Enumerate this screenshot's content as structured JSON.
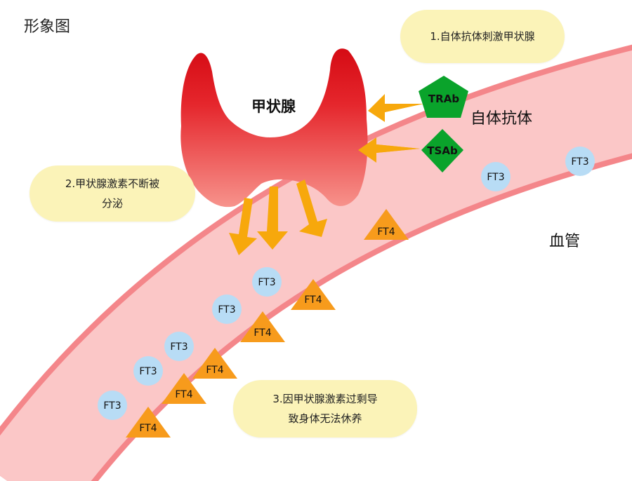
{
  "title": "形象图",
  "thyroid_label": "甲状腺",
  "antibodies_label": "自体抗体",
  "vessel_label": "血管",
  "notes": {
    "note1": [
      "1.自体抗体刺激甲状腺"
    ],
    "note2": [
      "2.甲状腺激素不断被",
      "分泌"
    ],
    "note3": [
      "3.因甲状腺激素过剩导",
      "致身体无法休养"
    ]
  },
  "antibodies": [
    "TRAb",
    "TSAb"
  ],
  "hormones": {
    "ft3": "FT3",
    "ft4": "FT4"
  },
  "colors": {
    "note_bg": "#fbf3b8",
    "vessel": "#fbc6c6",
    "vessel_wall": "#f27f84",
    "thyroid_top": "#e2131b",
    "thyroid_bottom": "#f5857f",
    "arrow": "#f7a80c",
    "antibody": "#0aa32b",
    "ft3_fill": "#b6dcf6",
    "ft4_fill": "#f79b1c"
  }
}
